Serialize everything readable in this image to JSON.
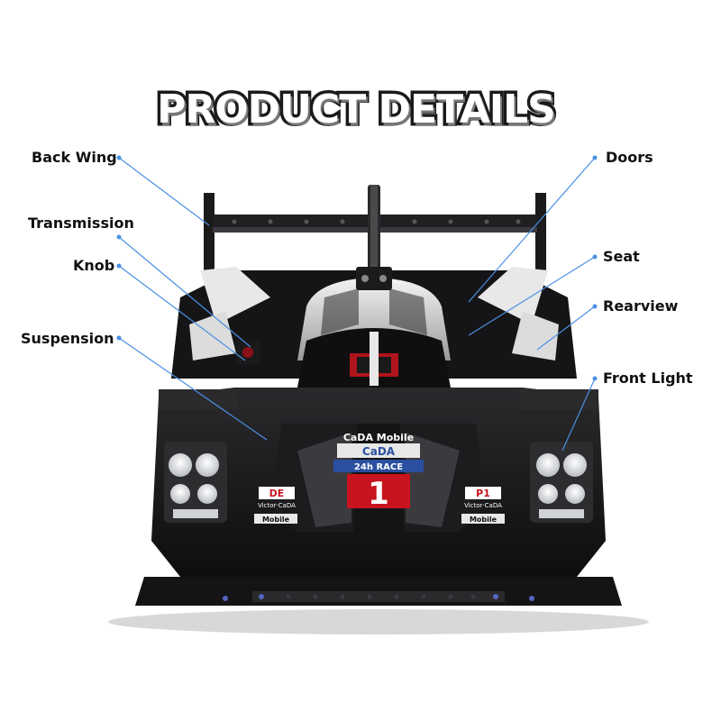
{
  "title": "PRODUCT DETAILS",
  "colors": {
    "callout_line": "#4a90e2",
    "car_body": "#1b1b1d",
    "accent_red": "#c8141e",
    "accent_blue": "#2a4fa0"
  },
  "left_labels": [
    "Back Wing",
    "Transmission",
    "Knob",
    "Suspension"
  ],
  "right_labels": [
    "Doors",
    "Seat",
    "Rearview",
    "Front Light"
  ],
  "car_decals": {
    "hood_brand": "CaDA Mobile",
    "hood_logo": "CaDA",
    "hood_strip": "24h RACE",
    "number": "1",
    "left_plate": "DE",
    "right_plate": "P1",
    "side_sponsor": "Victor·CaDA",
    "bumper_text": "Mobile"
  }
}
